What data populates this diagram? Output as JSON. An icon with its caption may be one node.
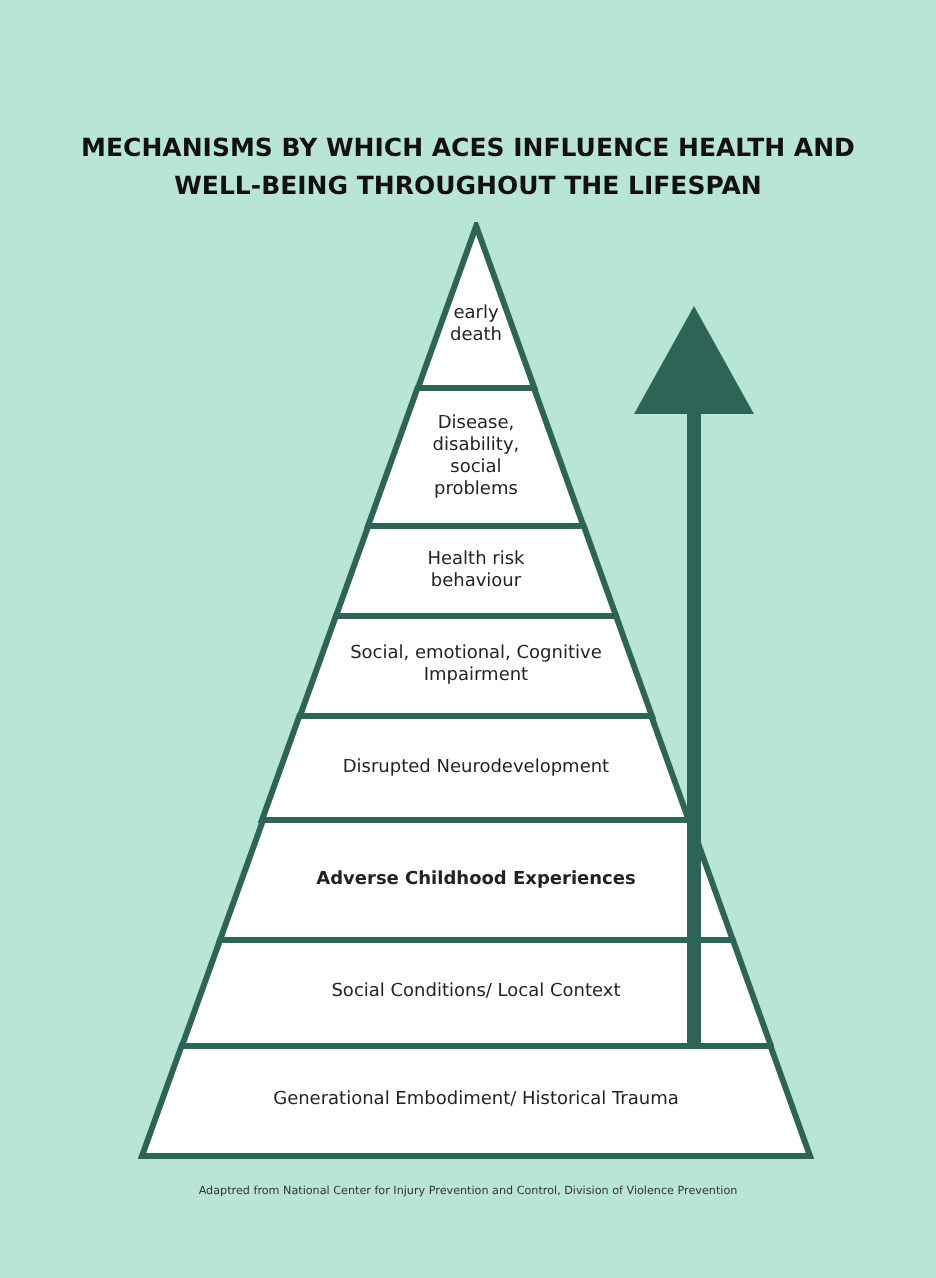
{
  "diagram": {
    "title": "MECHANISMS BY WHICH ACES INFLUENCE HEALTH AND WELL-BEING THROUGHOUT THE LIFESPAN",
    "caption": "Adaptred from National Center for Injury Prevention and Control, Division of Violence Prevention",
    "nodes": [
      {
        "text": [
          "early death"
        ]
      },
      {
        "text": [
          "Disease, disability, social problems"
        ]
      },
      {
        "text": [
          "Health risk behaviour"
        ]
      },
      {
        "text": [
          "Social, emotional, Cognitive Impairment"
        ]
      },
      {
        "text": [
          "Disrupted Neurodevelopment"
        ]
      },
      {
        "text": [
          "Adverse Childhood Experiences"
        ]
      },
      {
        "text": [
          "Social Conditions/ Local Context"
        ]
      },
      {
        "text": [
          "Generational Embodiment/ Historical Trauma"
        ]
      }
    ],
    "edges": []
  }
}
